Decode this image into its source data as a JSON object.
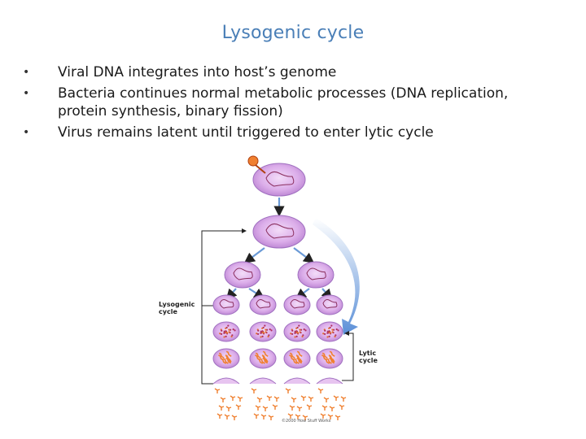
{
  "slide": {
    "title": "Lysogenic cycle",
    "bullets": [
      "Viral DNA integrates into host’s genome",
      "Bacteria continues normal metabolic processes (DNA replication, protein synthesis, binary fission)",
      "Virus remains latent until triggered to enter lytic cycle"
    ]
  },
  "diagram": {
    "lysogenic_label_line1": "Lysogenic",
    "lysogenic_label_line2": "cycle",
    "lytic_label_line1": "Lytic",
    "lytic_label_line2": "cycle",
    "credit": "©2000 How Stuff Works",
    "colors": {
      "cell_fill": "#d8a8e8",
      "cell_stroke": "#a070c0",
      "cell_inner": "#e9c8f2",
      "dna": "#8b2f5f",
      "phage": "#f08030",
      "arrow": "#6a9ad6",
      "title": "#4a7fb7"
    }
  }
}
